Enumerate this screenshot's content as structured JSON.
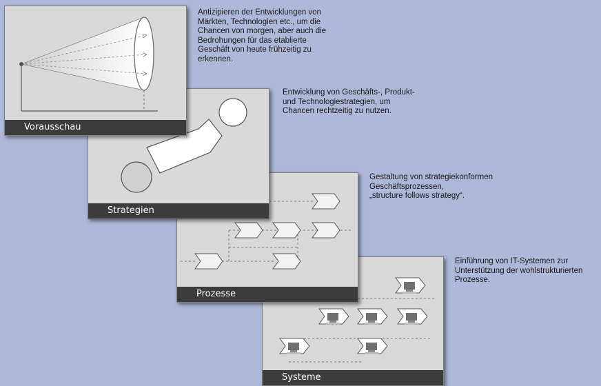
{
  "panels": [
    {
      "label": "Vorausschau",
      "description": "Antizipieren der Entwicklungen von\nMärkten, Technologien etc., um die\nChancen von morgen, aber auch die\nBedrohungen für das etablierte\nGeschäft von heute frühzeitig zu\nerkennen."
    },
    {
      "label": "Strategien",
      "description": "Entwicklung von Geschäfts-, Produkt-\nund Technologiestrategien, um\nChancen rechtzeitig zu nutzen."
    },
    {
      "label": "Prozesse",
      "description": "Gestaltung von strategiekonformen\nGeschäftsprozessen,\n„structure follows strategy“."
    },
    {
      "label": "Systeme",
      "description": "Einführung von IT-Systemen zur\nUnterstützung der wohlstrukturierten\nProzesse."
    }
  ],
  "colors": {
    "background": "#aeb8d8",
    "panel": "#d9d9d9",
    "label_bar": "#3c3c3c",
    "line": "#555555"
  }
}
